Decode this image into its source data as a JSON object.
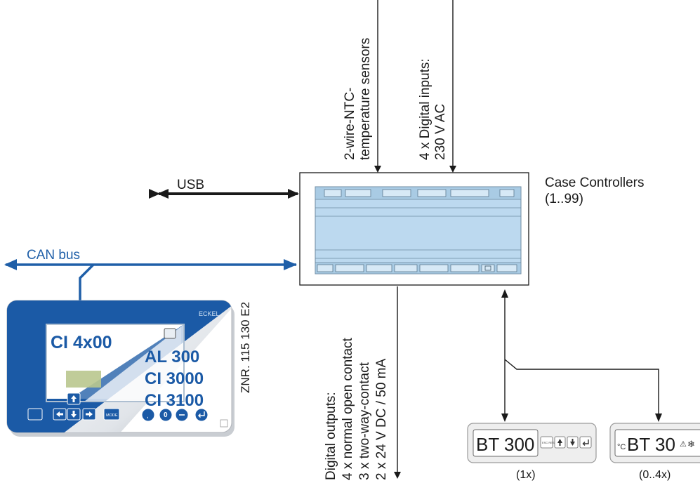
{
  "labels": {
    "usb": "USB",
    "can_bus": "CAN bus",
    "ntc_line1": "2-wire-NTC-",
    "ntc_line2": "temperature sensors",
    "din_line1": "4 x Digital inputs:",
    "din_line2": "230 V AC",
    "case_ctrl_line1": "Case Controllers",
    "case_ctrl_line2": "(1..99)",
    "dout_line1": "Digital outputs:",
    "dout_line2": "4 x normal open contact",
    "dout_line3": "3 x two-way-contact",
    "dout_line4": "2 x 24 V DC / 50 mA",
    "znr": "ZNR. 115 130 E2",
    "bt300_qty": "(1x)",
    "bt30_qty": "(0..4x)"
  },
  "terminal": {
    "brand": "ECKEL",
    "model_main": "CI 4x00",
    "model_al300": "AL 300",
    "model_ci3000": "CI 3000",
    "model_ci3100": "CI 3100",
    "mode_key": "MODE",
    "zero_key": "0"
  },
  "bt300": {
    "label": "BT 300",
    "esc_key": "ESC RESET"
  },
  "bt30": {
    "label": "BT 30"
  },
  "colors": {
    "bus_blue": "#1f5fa8",
    "arrow_black": "#1a1a1a",
    "controller_face": "#bcd9ef",
    "terminal_blue": "#1b5aa6"
  }
}
